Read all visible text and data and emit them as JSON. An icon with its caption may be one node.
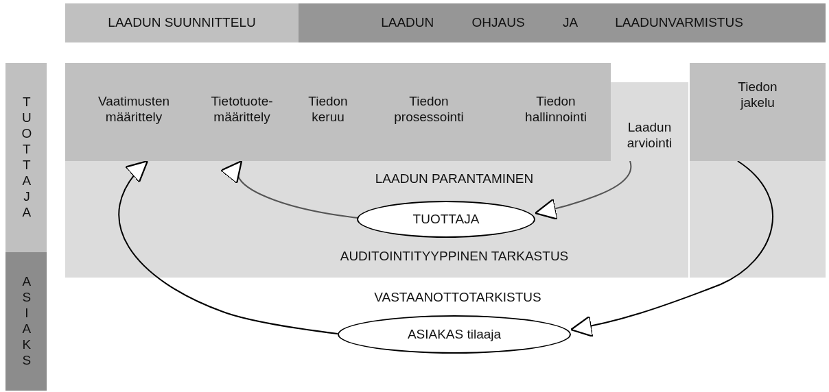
{
  "diagram": {
    "nodes": [
      {
        "text": [
          "LAADUN SUUNNITTELU"
        ]
      },
      {
        "text": [
          "LAADUN OHJAUS JA LAADUNVARMISTUS"
        ]
      },
      {
        "text": [
          "TUOTTAJA"
        ]
      },
      {
        "text": [
          "ASIAKS"
        ]
      },
      {
        "text": [],
        "shape": "box"
      },
      {
        "text": [
          "Vaatimusten määrittely"
        ],
        "in": 4
      },
      {
        "text": [
          "Tietotuote- määrittely"
        ],
        "in": 4
      },
      {
        "text": [
          "Tiedon keruu"
        ],
        "in": 4
      },
      {
        "text": [
          "Tiedon prosessointi"
        ],
        "in": 4
      },
      {
        "text": [
          "Tiedon hallinnointi"
        ],
        "in": 4
      },
      {
        "text": [
          "Laadun arviointi"
        ]
      },
      {
        "text": [
          "Tiedon jakelu"
        ]
      },
      {
        "text": [
          "TUOTTAJA"
        ]
      },
      {
        "text": [
          "ASIAKAS tilaaja"
        ]
      }
    ],
    "edges": [
      {
        "from": 12,
        "to": 6,
        "arrow": "to"
      },
      {
        "from": 10,
        "to": 12,
        "arrow": "to"
      },
      {
        "from": 13,
        "to": 5,
        "arrow": "to"
      },
      {
        "from": 11,
        "to": 13,
        "arrow": "to"
      }
    ],
    "labels": [
      "LAADUN PARANTAMINEN",
      "AUDITOINTITYYPPINEN TARKASTUS",
      "VASTAANOTTOTARKISTUS"
    ]
  }
}
